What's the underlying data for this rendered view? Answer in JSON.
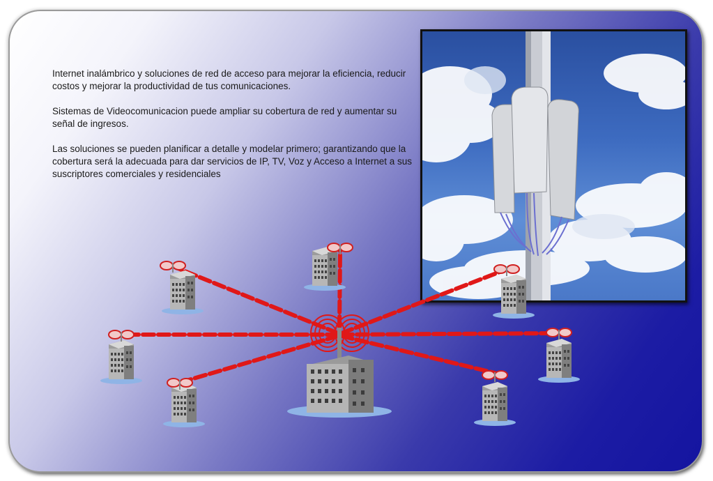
{
  "content": {
    "paragraphs": [
      "Internet inalámbrico y soluciones de red de acceso para mejorar la eficiencia, reducir costos y mejorar la productividad de tus comunicaciones.",
      "Sistemas de Videocomunicacion puede ampliar su cobertura de red y aumentar su señal de ingresos.",
      "Las  soluciones se pueden planificar a detalle y modelar primero; garantizando que la cobertura será la adecuada para dar servicios de IP, TV, Voz y Acceso a Internet a sus suscriptores comerciales y residenciales"
    ]
  },
  "colors": {
    "link_red": "#e01818",
    "panel_blue": "#1414a0"
  },
  "icons": {
    "photo": "antenna-tower-photo",
    "hub": "central-hub-building-icon",
    "nodes": "subscriber-building-icon"
  }
}
